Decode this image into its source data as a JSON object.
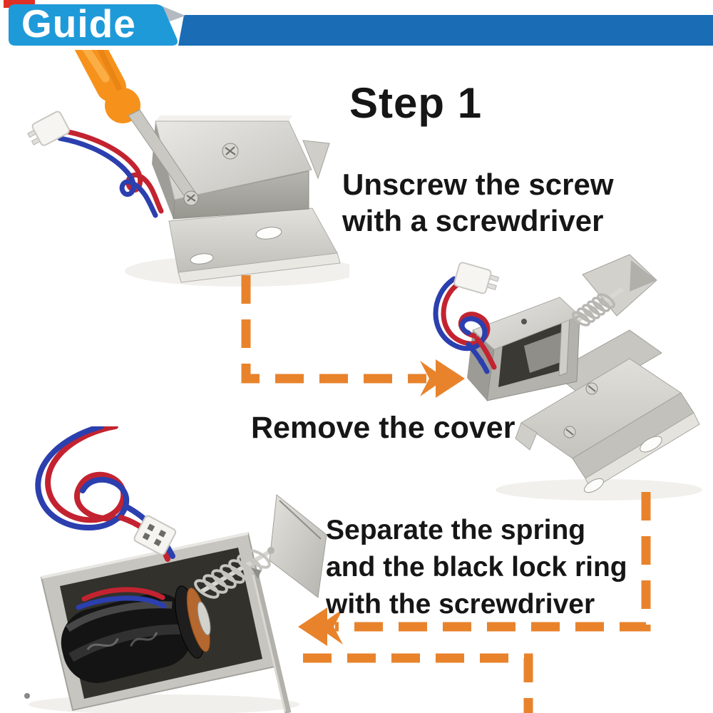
{
  "banner": {
    "label": "Guide"
  },
  "step": {
    "heading": "Step 1"
  },
  "captions": {
    "unscrew": {
      "lines": [
        "Unscrew the screw",
        "with a screwdriver"
      ]
    },
    "remove": {
      "lines": [
        "Remove the cover"
      ]
    },
    "separate": {
      "lines": [
        "Separate the spring",
        "and the black lock ring",
        "with the screwdriver"
      ]
    }
  },
  "photos": {
    "step1": {
      "label": "electric cabinet lock with orange screwdriver unscrewing the side screw"
    },
    "step2": {
      "label": "lock with cover removed showing spring, next to separated cover bracket"
    },
    "step3": {
      "label": "disassembled lock showing black solenoid coil, spring and screwdriver"
    }
  },
  "flow_arrows": [
    {
      "name": "dashed-arrow-right",
      "direction": "right",
      "style": "orange dashed L-path from step 1 photo to step 2 photo"
    },
    {
      "name": "dashed-arrow-left",
      "direction": "left",
      "style": "orange dashed L-path from step 2 photo to step 3 photo"
    },
    {
      "name": "dashed-path-down",
      "direction": "down",
      "style": "orange dashed path continuing below the image"
    }
  ],
  "colors": {
    "arrow_orange": "#e8832c",
    "banner_tab_blue": "#1f9ad8",
    "banner_ribbon_blue": "#1a6cb5",
    "banner_accent_red": "#e03025",
    "text": "#161616",
    "background": "#ffffff",
    "screwdriver_orange": "#f6921c",
    "wire_red": "#c32330",
    "wire_blue": "#2b3fae",
    "metal_silver": "#c9c8c3",
    "solenoid_black": "#141414",
    "copper": "#b4672e"
  }
}
